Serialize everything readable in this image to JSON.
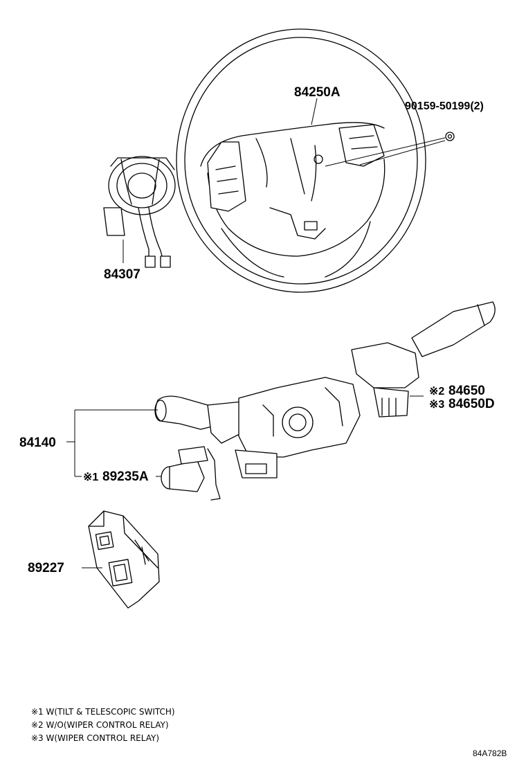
{
  "parts": [
    {
      "id": "steering_wheel_pad",
      "number": "84250A"
    },
    {
      "id": "screw",
      "number": "90159-50199(2)"
    },
    {
      "id": "spiral_cable",
      "number": "84307"
    },
    {
      "id": "combination_switch_assy",
      "number": "84140"
    },
    {
      "id": "tilt_telescopic_switch",
      "mark": "※1",
      "number": "89235A"
    },
    {
      "id": "wiper_switch_a",
      "mark": "※2",
      "number": "84650"
    },
    {
      "id": "wiper_switch_b",
      "mark": "※3",
      "number": "84650D"
    },
    {
      "id": "relay_module",
      "number": "89227"
    }
  ],
  "notes": [
    "※1 W(TILT & TELESCOPIC SWITCH)",
    "※2 W/O(WIPER CONTROL RELAY)",
    "※3 W(WIPER CONTROL RELAY)"
  ],
  "figure_code": "84A782B"
}
